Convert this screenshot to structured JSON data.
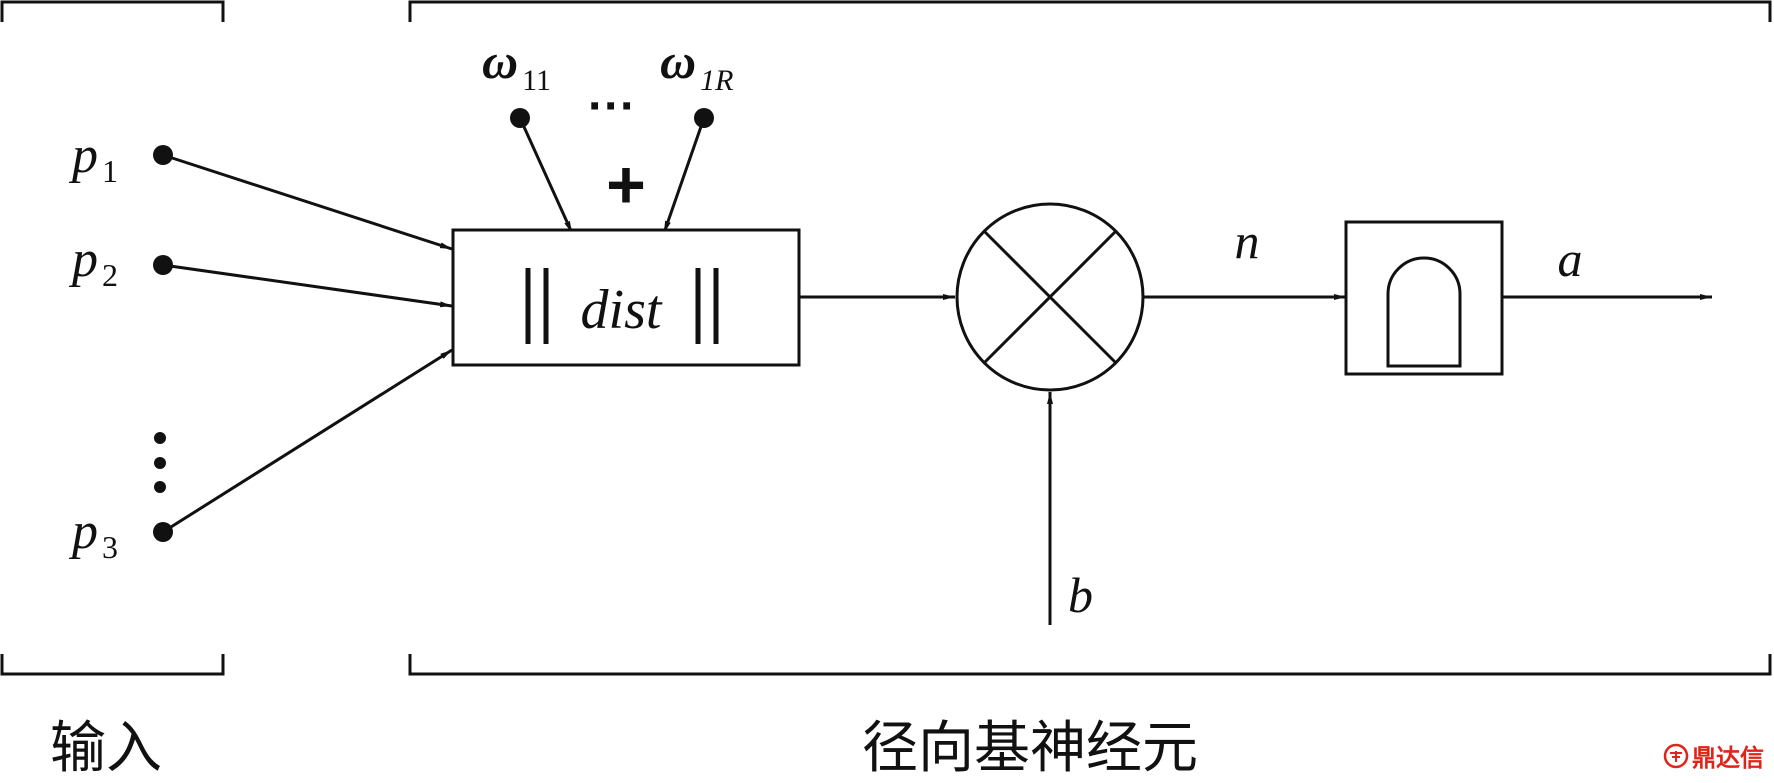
{
  "inputs": {
    "p1": {
      "base": "p",
      "sub": "1"
    },
    "p2": {
      "base": "p",
      "sub": "2"
    },
    "p3": {
      "base": "p",
      "sub": "3"
    }
  },
  "weights": {
    "w11": {
      "base": "ω",
      "sub": "11"
    },
    "w1R": {
      "base": "ω",
      "sub": "1R"
    },
    "ellipsis": "···",
    "plus": "+"
  },
  "dist_box": {
    "label": "dist"
  },
  "signals": {
    "n": "n",
    "a": "a",
    "b": "b"
  },
  "captions": {
    "input": "输入",
    "neuron": "径向基神经元"
  },
  "watermark": {
    "text": "鼎达信",
    "color": "#e2231a"
  },
  "colors": {
    "ink": "#111111",
    "background": "#ffffff"
  }
}
